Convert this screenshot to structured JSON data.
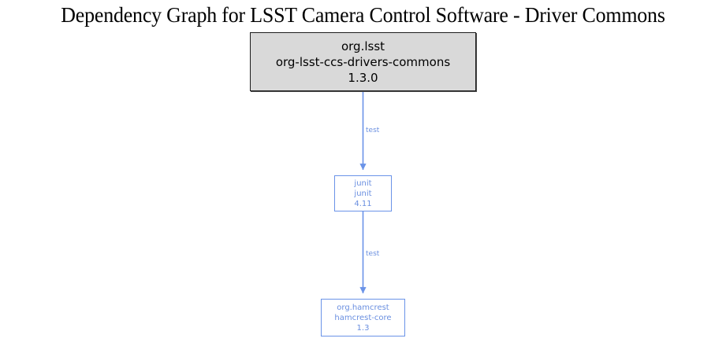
{
  "title": "Dependency Graph for LSST Camera Control Software - Driver Commons",
  "colors": {
    "edge": "#6a93e8",
    "dependency_text": "#6a8fe0",
    "root_fill": "#d9d9d9",
    "root_border": "#1c1c1c",
    "background": "#ffffff",
    "title_text": "#000000"
  },
  "graph": {
    "type": "dependency-graph",
    "direction": "top-to-bottom",
    "nodes": [
      {
        "id": "root",
        "kind": "project",
        "group": "org.lsst",
        "artifact": "org-lsst-ccs-drivers-commons",
        "version": "1.3.0"
      },
      {
        "id": "junit",
        "kind": "dependency",
        "group": "junit",
        "artifact": "junit",
        "version": "4.11"
      },
      {
        "id": "hamcrest",
        "kind": "dependency",
        "group": "org.hamcrest",
        "artifact": "hamcrest-core",
        "version": "1.3"
      }
    ],
    "edges": [
      {
        "id": "edge-root-junit",
        "from": "root",
        "to": "junit",
        "label": "test"
      },
      {
        "id": "edge-junit-hamcrest",
        "from": "junit",
        "to": "hamcrest",
        "label": "test"
      }
    ]
  }
}
